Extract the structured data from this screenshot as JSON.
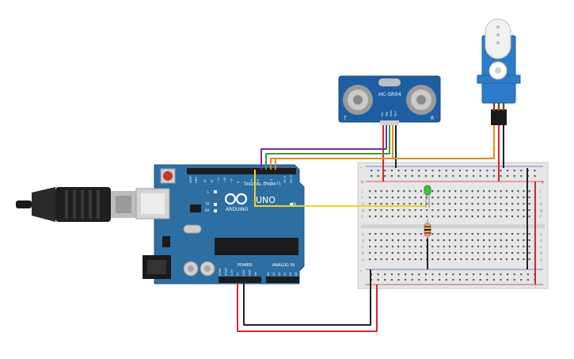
{
  "arduino": {
    "brand_text": "ARDUINO",
    "model_text": "UNO",
    "digital_header": "DIGITAL (PWM~)",
    "power_header": "POWER",
    "analog_header": "ANALOG IN",
    "on_led": "ON",
    "l_led": "L",
    "tx_led": "TX",
    "rx_led": "RX",
    "aref": "AREF",
    "gnd": "GND",
    "digital_pins": [
      "13",
      "12",
      "~11",
      "~10",
      "~9",
      "8",
      "7",
      "~6",
      "~5",
      "4",
      "~3",
      "2",
      "TX→1",
      "RX←0"
    ],
    "power_pins": [
      "IOREF",
      "RESET",
      "3.3V",
      "5V",
      "GND",
      "GND",
      "Vin"
    ],
    "analog_pins": [
      "A0",
      "A1",
      "A2",
      "A3",
      "A4",
      "A5"
    ]
  },
  "ultrasonic": {
    "label": "HC-SR04",
    "t_label": "T",
    "r_label": "R",
    "pins": [
      "Vcc",
      "Trig",
      "Echo",
      "Gnd"
    ]
  },
  "breadboard": {
    "row_letters_top": [
      "j",
      "i",
      "h",
      "g",
      "f"
    ],
    "row_letters_bottom": [
      "e",
      "d",
      "c",
      "b",
      "a"
    ],
    "plus": "+",
    "minus": "-"
  },
  "colors": {
    "board": "#2d6ea3",
    "wire_red": "#d7272a",
    "wire_black": "#222222",
    "wire_purple": "#7b2fa0",
    "wire_green": "#37a33a",
    "wire_orange": "#e8871c",
    "wire_yellow": "#f2d21a",
    "led_green": "#43c03b",
    "sensor_blue": "#1e5fa3",
    "servo_blue": "#2d7cc9"
  }
}
